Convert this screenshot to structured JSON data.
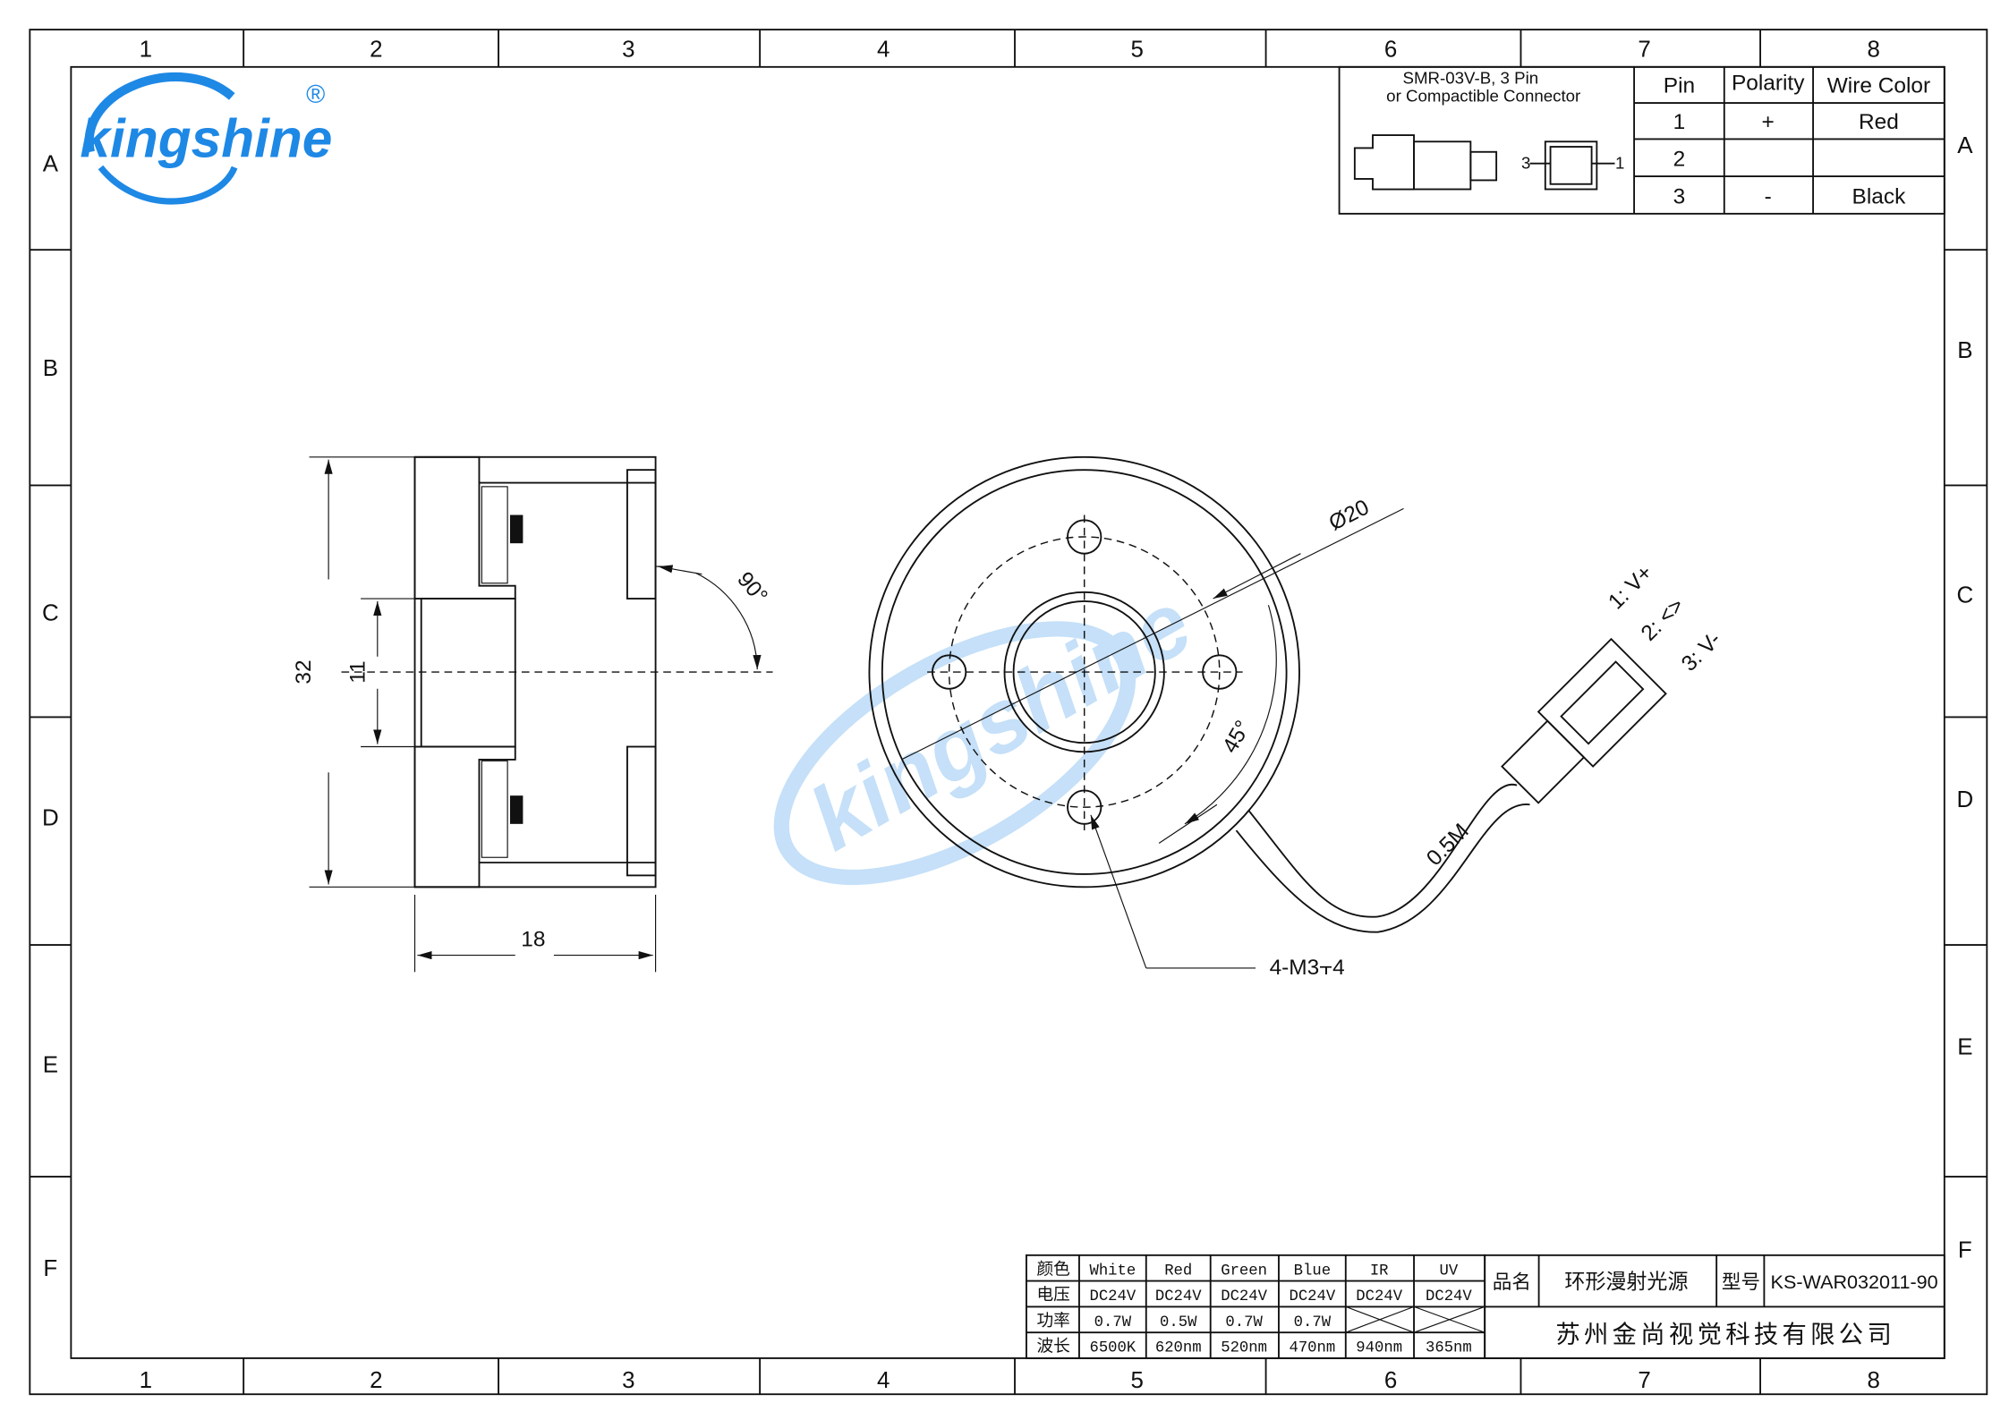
{
  "frame": {
    "columns": [
      "1",
      "2",
      "3",
      "4",
      "5",
      "6",
      "7",
      "8"
    ],
    "rows": [
      "A",
      "B",
      "C",
      "D",
      "E",
      "F"
    ]
  },
  "logo": {
    "text": "kingshine",
    "registered": "®",
    "color": "#1e88e5"
  },
  "connector": {
    "title_line1": "SMR-03V-B, 3 Pin",
    "title_line2": "or Compactible Connector",
    "pin_left": "3",
    "pin_right": "1",
    "headers": [
      "Pin",
      "Polarity",
      "Wire Color"
    ],
    "rows": [
      {
        "pin": "1",
        "polarity": "+",
        "color": "Red"
      },
      {
        "pin": "2",
        "polarity": "",
        "color": ""
      },
      {
        "pin": "3",
        "polarity": "-",
        "color": "Black"
      }
    ]
  },
  "dimensions": {
    "height": "32",
    "bore": "11",
    "depth": "18",
    "angle": "90°",
    "diameter": "Ø20",
    "hole_angle": "45°",
    "holes": "4-M3⫟4",
    "cable": "0.5M",
    "pins": [
      "1: V+",
      "2: <>",
      "3: V-"
    ]
  },
  "spec_table": {
    "labels": [
      "颜色",
      "电压",
      "功率",
      "波长"
    ],
    "columns": [
      {
        "color": "White",
        "voltage": "DC24V",
        "power": "0.7W",
        "wavelength": "6500K"
      },
      {
        "color": "Red",
        "voltage": "DC24V",
        "power": "0.5W",
        "wavelength": "620nm"
      },
      {
        "color": "Green",
        "voltage": "DC24V",
        "power": "0.7W",
        "wavelength": "520nm"
      },
      {
        "color": "Blue",
        "voltage": "DC24V",
        "power": "0.7W",
        "wavelength": "470nm"
      },
      {
        "color": "IR",
        "voltage": "DC24V",
        "power": "",
        "wavelength": "940nm"
      },
      {
        "color": "UV",
        "voltage": "DC24V",
        "power": "",
        "wavelength": "365nm"
      }
    ]
  },
  "title_block": {
    "name_label": "品名",
    "name": "环形漫射光源",
    "model_label": "型号",
    "model": "KS-WAR032011-90",
    "company": "苏州金尚视觉科技有限公司"
  }
}
